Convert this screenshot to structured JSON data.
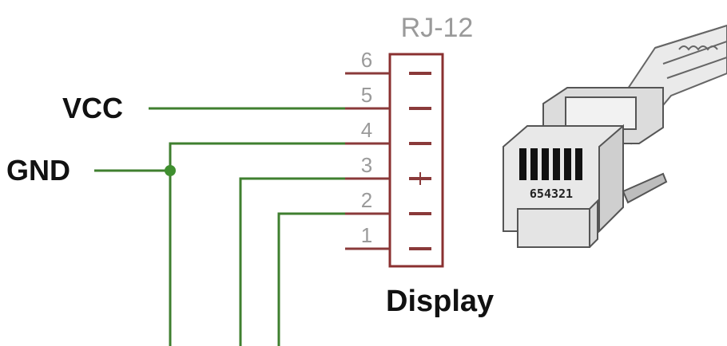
{
  "connector": {
    "name": "RJ-12",
    "pins": [
      "6",
      "5",
      "4",
      "3",
      "2",
      "1"
    ]
  },
  "signals": {
    "vcc": "VCC",
    "gnd": "GND"
  },
  "device_label": "Display",
  "plug_pin_order": "654321",
  "colors": {
    "wire": "#3f7f2f",
    "junction": "#3f8f2f",
    "pin": "#8a3a3a",
    "body": "#8a3030",
    "pin_number": "#9a9a9a",
    "label": "#111111",
    "plug_fill": "#e6e6e6",
    "plug_stroke": "#555555"
  }
}
